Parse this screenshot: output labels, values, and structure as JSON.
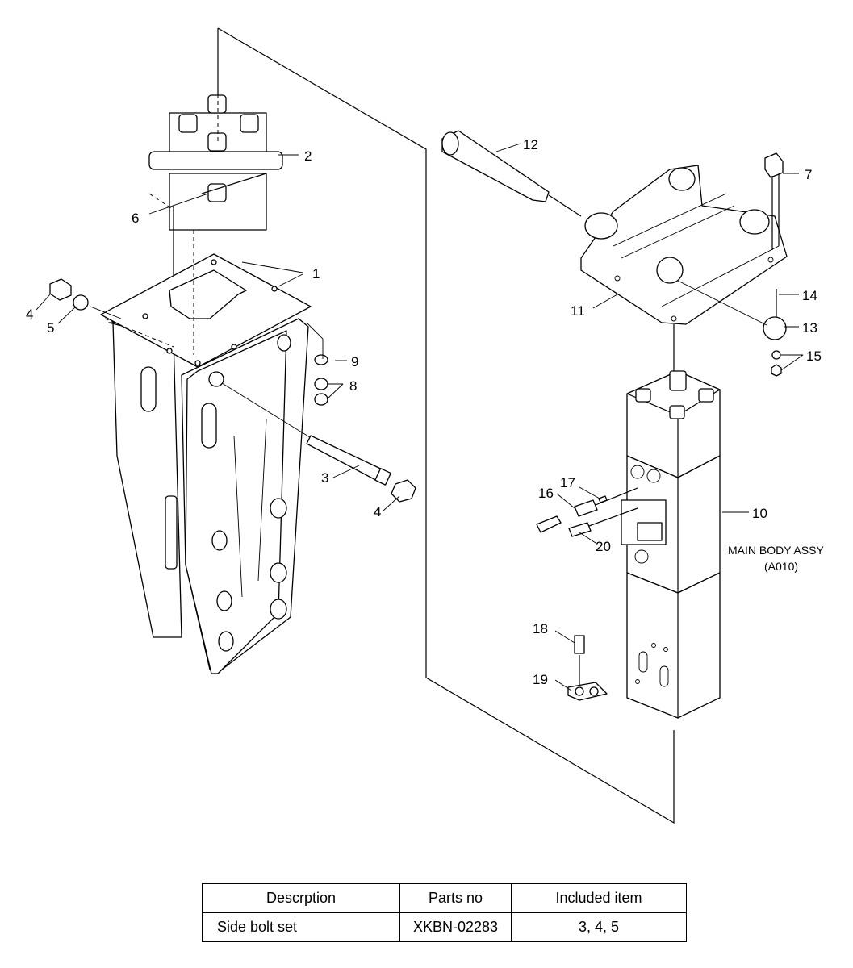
{
  "diagram": {
    "callouts": {
      "c1": "1",
      "c2": "2",
      "c3": "3",
      "c4a": "4",
      "c4b": "4",
      "c5": "5",
      "c6": "6",
      "c7": "7",
      "c8": "8",
      "c9": "9",
      "c10": "10",
      "c11": "11",
      "c12": "12",
      "c13": "13",
      "c14": "14",
      "c15": "15",
      "c16": "16",
      "c17": "17",
      "c18": "18",
      "c19": "19",
      "c20": "20"
    },
    "main_body_label": "MAIN BODY ASSY",
    "main_body_code": "(A010)"
  },
  "table": {
    "headers": [
      "Descrption",
      "Parts no",
      "Included item"
    ],
    "rows": [
      [
        "Side bolt set",
        "XKBN-02283",
        "3, 4, 5"
      ]
    ]
  }
}
